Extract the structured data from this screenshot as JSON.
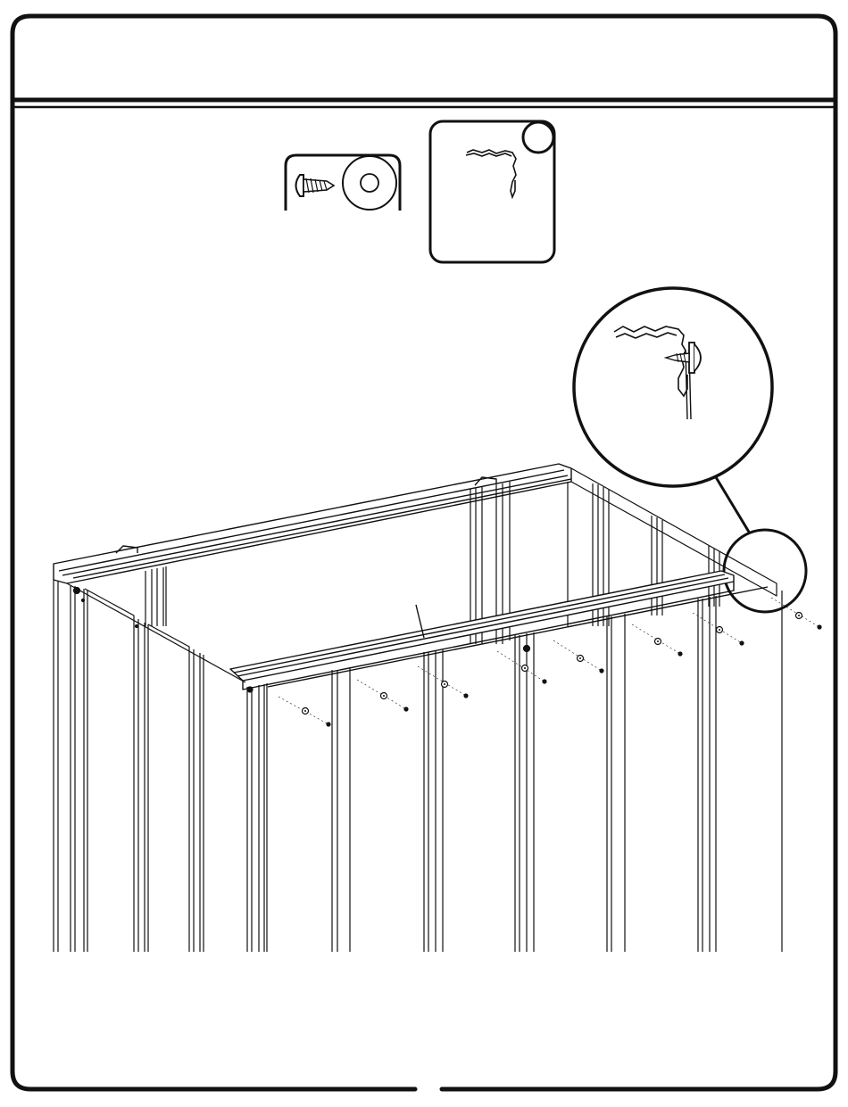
{
  "page": {
    "header_title": "",
    "step_number": "",
    "page_number": ""
  },
  "hardware_box": {
    "items": [
      {
        "icon": "screw-icon",
        "label": ""
      },
      {
        "icon": "washer-icon",
        "label": ""
      }
    ]
  },
  "part_box": {
    "part_icon": "trim-profile-icon",
    "part_id": ""
  },
  "detail_view": {
    "icon": "magnified-detail-icon",
    "components": [
      "trim-profile",
      "screw",
      "washer",
      "wall-panel"
    ]
  },
  "assembly": {
    "description_icon": "shed-frame-icon",
    "screw_positions_front": 8,
    "part_callout_label": ""
  },
  "colors": {
    "line": "#111111",
    "background": "#ffffff"
  }
}
